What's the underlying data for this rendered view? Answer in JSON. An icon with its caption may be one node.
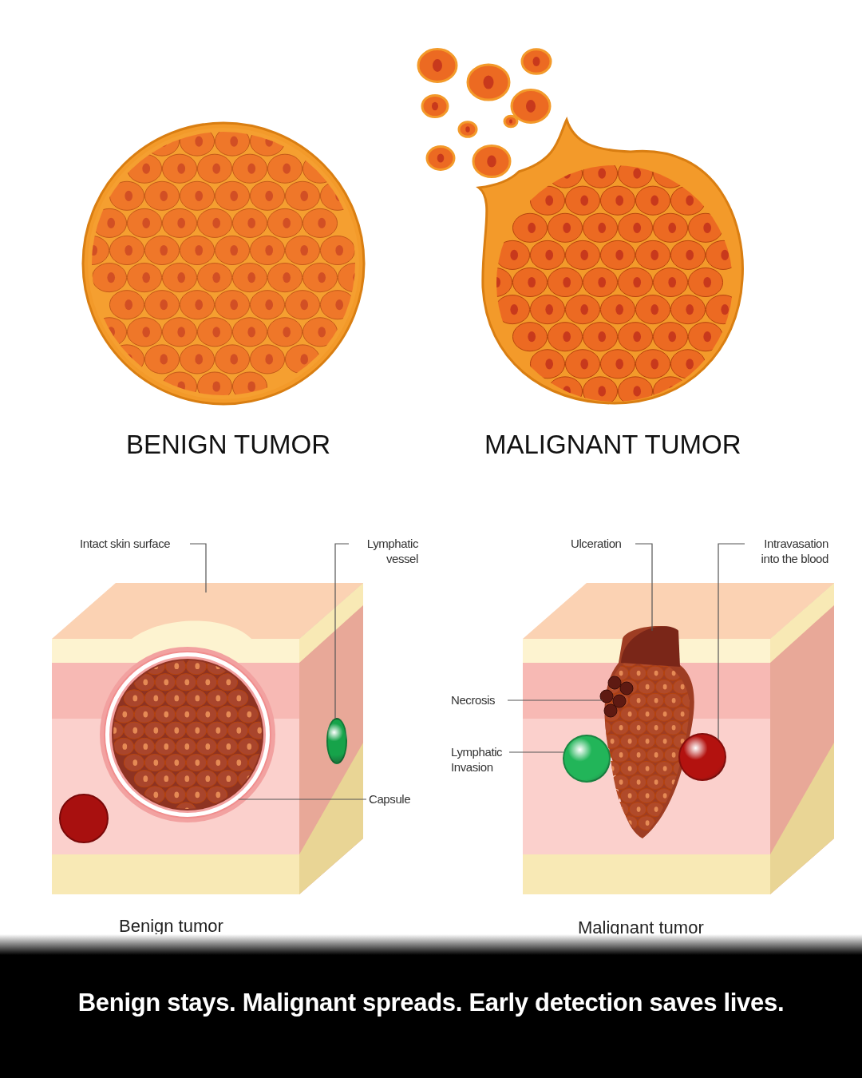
{
  "diagram": {
    "caption": "Benign stays. Malignant spreads. Early detection saves lives.",
    "nodes": [
      {
        "text": [
          "Intact skin surface"
        ]
      },
      {
        "text": [
          "Lymphatic vessel"
        ]
      },
      {
        "text": [],
        "shape": "circle"
      },
      {
        "text": [
          "Capsule"
        ]
      },
      {
        "text": [],
        "shape": "circle"
      },
      {
        "text": [
          "Ulceration"
        ]
      },
      {
        "text": [
          "Intravasation into the blood"
        ]
      },
      {
        "text": [],
        "shape": "circle"
      },
      {
        "text": [
          "Necrosis"
        ]
      },
      {
        "text": [
          "Lymphatic Invasion"
        ]
      },
      {
        "text": [],
        "shape": "circle"
      }
    ],
    "edges": [
      {
        "from": 0,
        "to": null,
        "arrow": "none"
      },
      {
        "from": 1,
        "to": 2,
        "arrow": "none"
      },
      {
        "from": 3,
        "to": 4,
        "arrow": "none"
      },
      {
        "from": 5,
        "to": null,
        "arrow": "none"
      },
      {
        "from": 6,
        "to": 7,
        "arrow": "none"
      },
      {
        "from": 8,
        "to": null,
        "arrow": "none"
      },
      {
        "from": 9,
        "to": 10,
        "arrow": "none"
      }
    ],
    "labels": [
      "BENIGN TUMOR",
      "MALIGNANT TUMOR",
      "Benign tumor",
      "Malignant tumor"
    ]
  }
}
